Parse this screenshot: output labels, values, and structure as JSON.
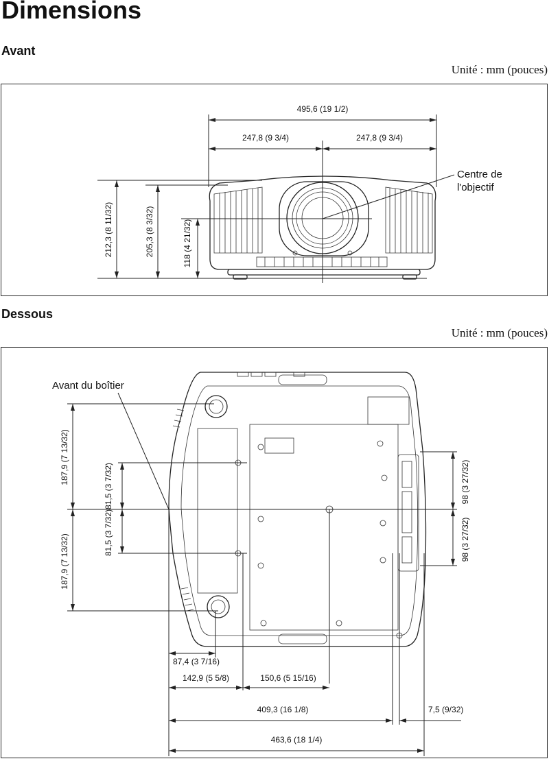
{
  "page": {
    "title": "Dimensions"
  },
  "front": {
    "heading": "Avant",
    "unit": "Unité : mm (pouces)",
    "width_total": "495,6 (19 1/2)",
    "half_left": "247,8 (9 3/4)",
    "half_right": "247,8 (9 3/4)",
    "height_total": "212,3 (8 11/32)",
    "height_body": "205,3 (8 3/32)",
    "lens_height": "118 (4 21/32)",
    "lens_center_label_1": "Centre de",
    "lens_center_label_2": "l'objectif"
  },
  "bottom": {
    "heading": "Dessous",
    "unit": "Unité : mm (pouces)",
    "case_front_label": "Avant du boîtier",
    "left_upper": "187,9 (7 13/32)",
    "left_lower": "187,9 (7 13/32)",
    "mid_upper": "81,5 (3 7/32)",
    "mid_lower": "81,5 (3 7/32)",
    "right_upper": "98 (3 27/32)",
    "right_lower": "98 (3 27/32)",
    "d_87": "87,4 (3 7/16)",
    "d_142": "142,9 (5 5/8)",
    "d_150": "150,6 (5 15/16)",
    "d_409": "409,3 (16 1/8)",
    "d_7": "7,5 (9/32)",
    "d_463": "463,6 (18 1/4)"
  }
}
